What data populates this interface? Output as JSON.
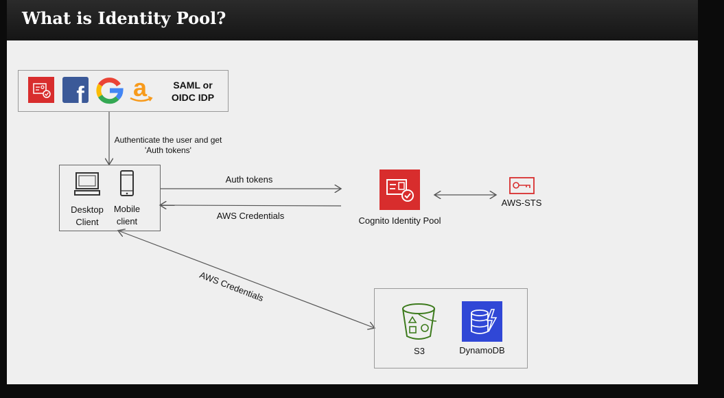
{
  "title": "What is Identity Pool?",
  "idp_box": {
    "label": "SAML or OIDC IDP"
  },
  "arrows": {
    "authenticate": "Authenticate the user and get 'Auth tokens'",
    "auth_tokens": "Auth tokens",
    "aws_credentials_back": "AWS Credentials",
    "aws_credentials_diag": "AWS Credentials"
  },
  "clients": {
    "desktop": "Desktop Client",
    "mobile": "Mobile client"
  },
  "cognito": {
    "label": "Cognito Identity Pool"
  },
  "sts": {
    "label": "AWS-STS"
  },
  "services": {
    "s3": "S3",
    "dynamodb": "DynamoDB"
  },
  "colors": {
    "aws_red": "#D82D2D",
    "s3_green": "#3C7A1C",
    "dynamo_blue": "#3047D6",
    "facebook_blue": "#3B5998",
    "amazon_orange": "#F79A1B"
  },
  "icons": [
    "cognito-user-pool-icon",
    "facebook-icon",
    "google-icon",
    "amazon-icon",
    "desktop-icon",
    "mobile-icon",
    "cognito-identity-pool-icon",
    "sts-key-icon",
    "s3-bucket-icon",
    "dynamodb-icon"
  ]
}
